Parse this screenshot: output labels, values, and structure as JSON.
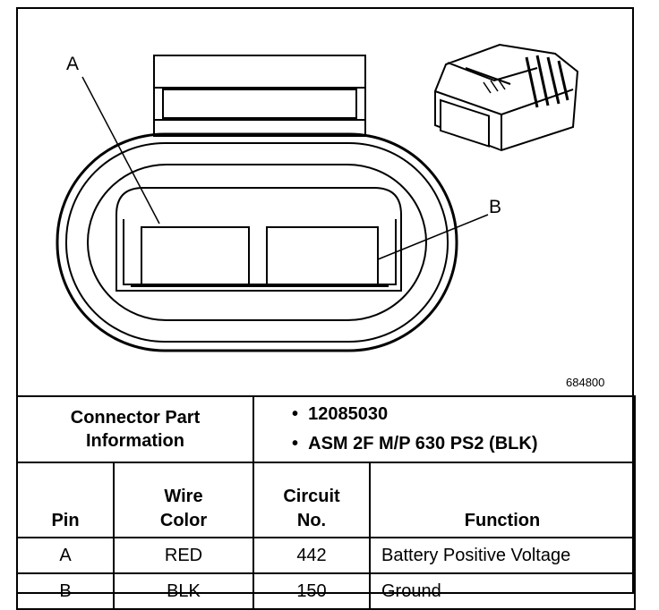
{
  "diagram": {
    "callout_a": "A",
    "callout_b": "B",
    "figure_number": "684800"
  },
  "connector_info": {
    "title_line1": "Connector Part",
    "title_line2": "Information",
    "items": [
      "12085030",
      "ASM 2F M/P 630 PS2 (BLK)"
    ]
  },
  "table": {
    "headers": {
      "pin": "Pin",
      "wire_color_line1": "Wire",
      "wire_color_line2": "Color",
      "circuit_line1": "Circuit",
      "circuit_line2": "No.",
      "function": "Function"
    },
    "rows": [
      {
        "pin": "A",
        "wire_color": "RED",
        "circuit": "442",
        "function": "Battery Positive Voltage"
      },
      {
        "pin": "B",
        "wire_color": "BLK",
        "circuit": "150",
        "function": "Ground"
      }
    ]
  }
}
